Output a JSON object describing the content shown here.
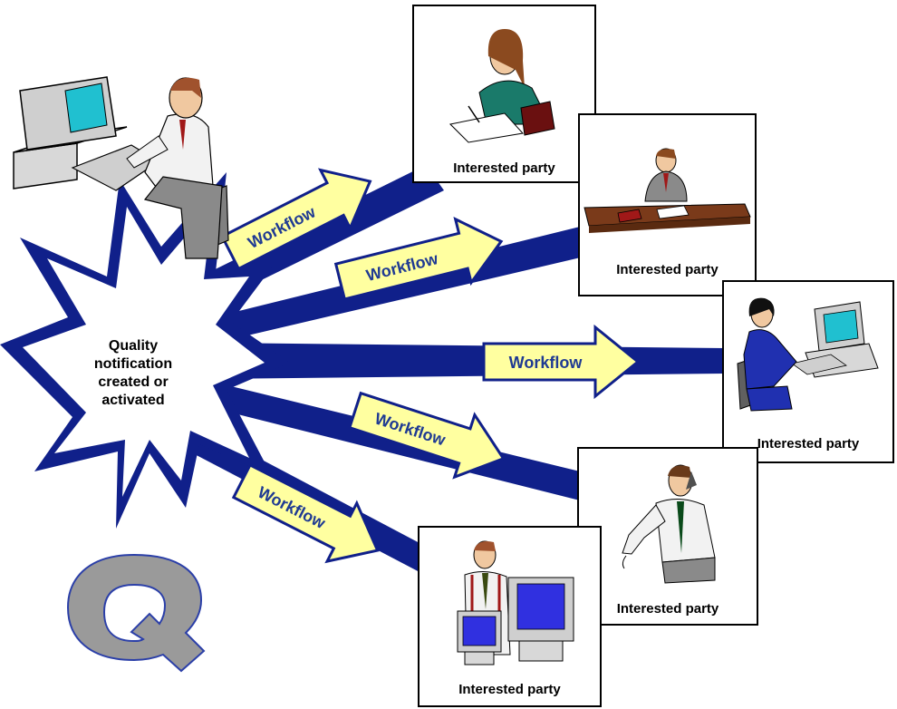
{
  "colors": {
    "workflow_band": "#10208a",
    "arrow_fill": "#ffffa0",
    "arrow_text": "#1f3a93",
    "q_logo": "#9a9a9a",
    "q_outline": "#2b3fa8"
  },
  "center": {
    "line1": "Quality",
    "line2": "notification",
    "line3": "created or",
    "line4": "activated"
  },
  "workflow_label": "Workflow",
  "parties": [
    {
      "label": "Interested party",
      "icon": "woman-writing-icon"
    },
    {
      "label": "Interested party",
      "icon": "man-at-desk-icon"
    },
    {
      "label": "Interested party",
      "icon": "woman-at-computer-icon"
    },
    {
      "label": "Interested party",
      "icon": "man-on-phone-icon"
    },
    {
      "label": "Interested party",
      "icon": "man-with-computers-icon"
    }
  ],
  "logo_letter": "Q"
}
